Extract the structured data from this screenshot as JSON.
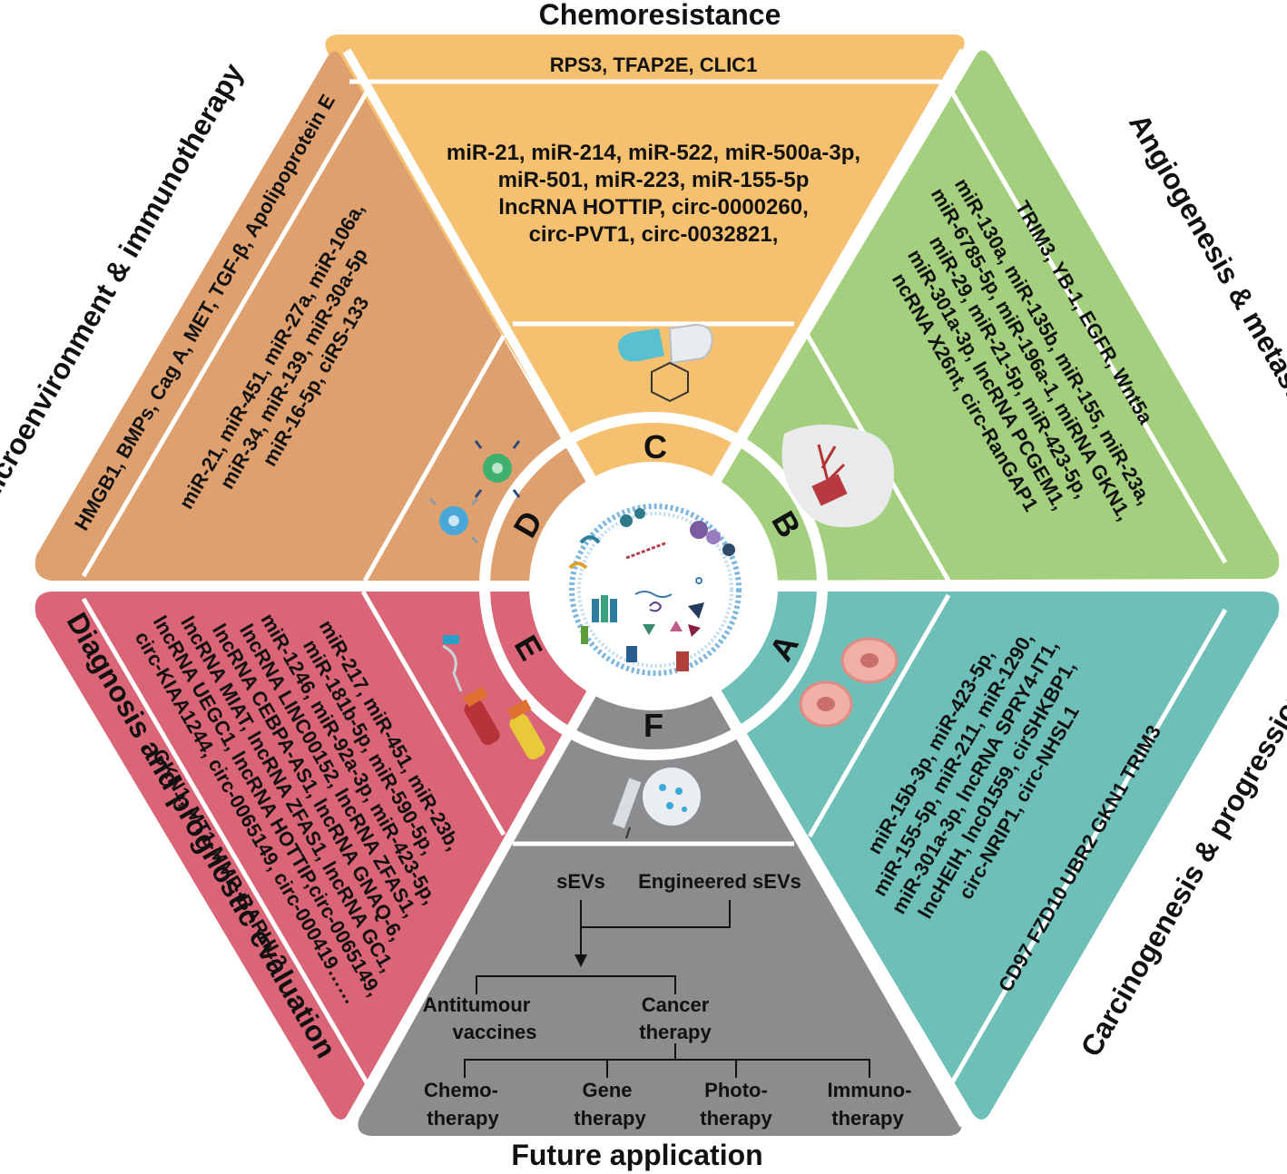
{
  "colors": {
    "chemoresistance": "#f5c06f",
    "angiogenesis": "#a3cf7e",
    "carcinogenesis": "#6dbfb8",
    "future": "#8a8c8e",
    "diagnosis": "#d96576",
    "microenvironment": "#dea06e"
  },
  "panels": {
    "C": {
      "title": "Chemoresistance",
      "letter": "C",
      "proteins": "RPS3, TFAP2E, CLIC1",
      "ncrna": [
        "miR-21, miR-214, miR-522, miR-500a-3p,",
        "miR-501, miR-223, miR-155-5p",
        "lncRNA HOTTIP, circ-0000260,",
        "circ-PVT1, circ-0032821,"
      ],
      "icon": "capsule-icon"
    },
    "B": {
      "title": "Angiogenesis & metastasis",
      "letter": "B",
      "proteins": "TRIM3, YB-1, EGFR, Wnt5a",
      "ncrna": [
        "miR-130a, miR-135b, miR-155, miR-23a,",
        "miR-6785-5p, miR-196a-1, miRNA GKN1,",
        "miR-29, miR-21-5p, miR-423-5p,",
        "miR-301a-3p, lncRNA PCGEM1,",
        "ncRNA X26nt, circ-RanGAP1"
      ],
      "icon": "liver-icon"
    },
    "A": {
      "title": "Carcinogenesis & progression",
      "letter": "A",
      "proteins": "CD97 FZD10 UBR2 GKN1 TRIM3",
      "ncrna": [
        "miR-15b-3p, miR-423-5p,",
        "miR-155-5p, miR-211, miR-1290,",
        "miR-301a-3p, lncRNA SPRY4-IT1,",
        "lncHEIH, lnc01559, cirSHKBP1,",
        "circ-NRIP1, circ-NHSL1"
      ],
      "icon": "dividing-cell-icon"
    },
    "F": {
      "title": "Future application",
      "letter": "F",
      "sevs": "sEVs",
      "engineered": "Engineered sEVs",
      "antitumour_1": "Antitumour",
      "antitumour_2": "vaccines",
      "cancer_1": "Cancer",
      "cancer_2": "therapy",
      "therapies": [
        {
          "l1": "Chemo-",
          "l2": "therapy"
        },
        {
          "l1": "Gene",
          "l2": "therapy"
        },
        {
          "l1": "Photo-",
          "l2": "therapy"
        },
        {
          "l1": "Immuno-",
          "l2": "therapy"
        }
      ],
      "icon": "syringe-icon"
    },
    "E": {
      "title": "Diagnosis and prognostic evaluation",
      "letter": "E",
      "proteins": "GKN1, MT1-MMP, BARHL2",
      "ncrna": [
        "miR-217, miR-451, miR-23b,",
        "miR-181b-5p, miR-590-5p,",
        "miR-1246, miR-92a-3p, miR-423-5p,",
        "lncRNA LINC00152, lncRNA ZFAS1,",
        "lncRNA CEBPA-AS1, lncRNA GNAQ-6,",
        "lncRNA MIAT, lncRNA ZFAS1, lncRNA GC1,",
        "lncRNA UEGC1, lncRNA HOTTIP,circ-0065149,",
        "circ-KIAA1244, circ-0065149, circ-000419……"
      ],
      "icon": "blood-tube-icon"
    },
    "D": {
      "title": "Microenvironment & immunotherapy",
      "letter": "D",
      "proteins": "HMGB1, BMPs, Cag A, MET, TGF-β, Apolipoprotein E",
      "ncrna": [
        "miR-21, miR-451, miR-27a, miR-106a,",
        "miR-34, miR-139, miR-30a-5p",
        "miR-16-5p, ciRS-133"
      ],
      "icon": "immune-cell-icon"
    }
  }
}
